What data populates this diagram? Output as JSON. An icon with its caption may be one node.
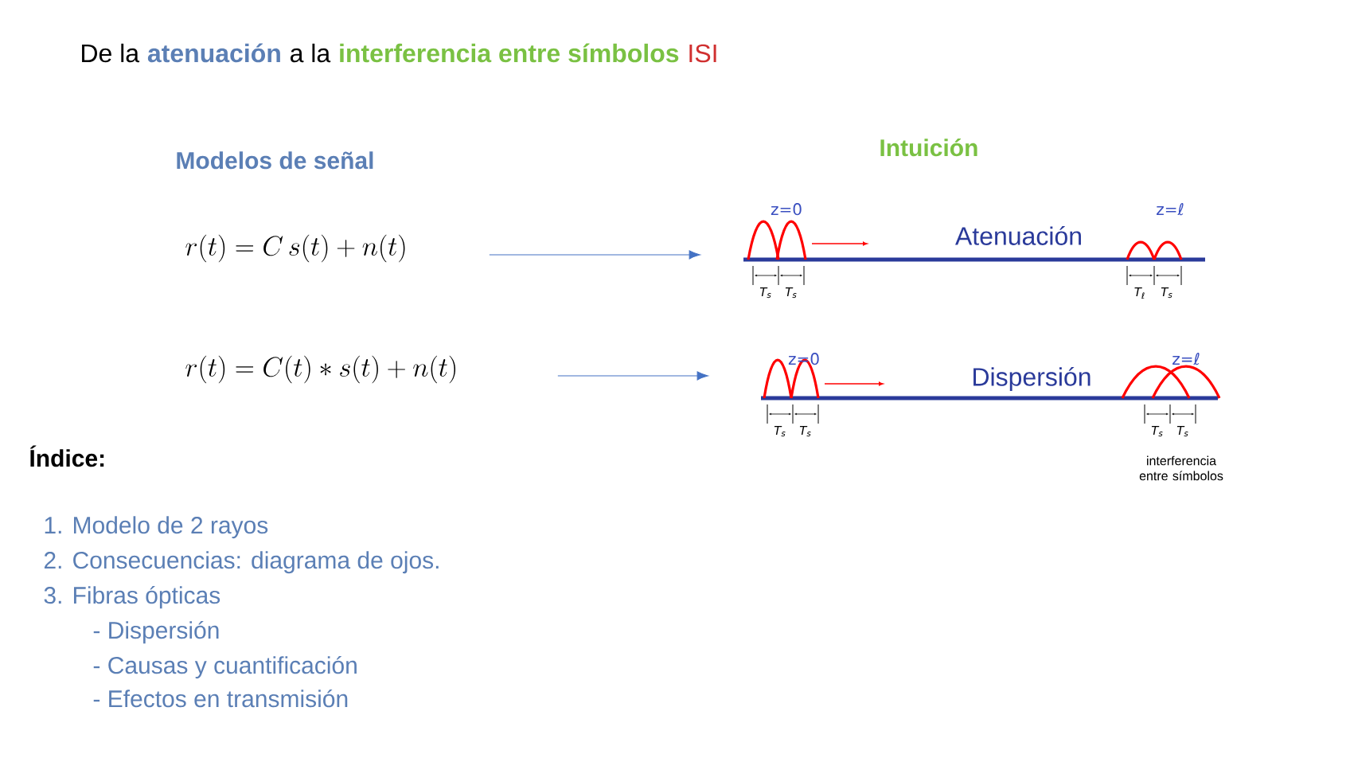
{
  "diagram": {
    "nodes": [
      {
        "text": [
          "r(t)=C\\,s(t)+n(t)"
        ]
      },
      {
        "text": [
          "Atenuación"
        ]
      },
      {
        "text": [
          "r(t)=C(t)\\ast s(t)+n(t)"
        ]
      },
      {
        "text": [
          "Dispersión"
        ]
      }
    ],
    "edges": [
      {
        "from": 0,
        "to": 1,
        "arrow": "to"
      },
      {
        "from": 2,
        "to": 3,
        "arrow": "to"
      }
    ],
    "labels": [
      "De la",
      "atenuación",
      "a la",
      "interferencia entre símbolos",
      "ISI",
      "Modelos de señal",
      "Intuición",
      "z=0",
      "z=ℓ",
      "T$_{s}$",
      "T$_{s}$",
      "T$_{ℓ}$",
      "T$_{s}$",
      "z=0",
      "z=ℓ",
      "T$_{s}$",
      "T$_{s}$",
      "T$_{s}$",
      "T$_{s}$",
      "interferencia entre símbolos",
      "Índice:",
      "1. Modelo de 2 rayos",
      "2. Consecuencias: diagrama de ojos.",
      "3. Fibras ópticas",
      "- Dispersión",
      "- Causas y cuantificación",
      "- Efectos en transmisión"
    ]
  }
}
